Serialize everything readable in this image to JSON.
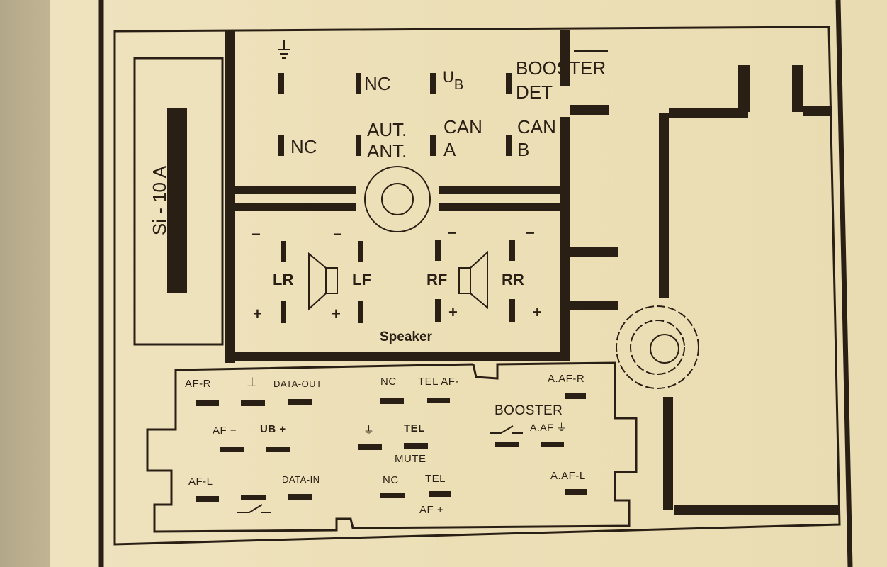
{
  "fuse": {
    "label": "Si - 10 A"
  },
  "top_connector": {
    "row1": [
      {
        "id": "ground",
        "label": "",
        "icon": "ground-symbol-icon"
      },
      {
        "id": "nc1",
        "label": "NC"
      },
      {
        "id": "ub",
        "label": "U",
        "sub": "B"
      },
      {
        "id": "booster",
        "label": "BOOSTER",
        "label2": "DET"
      }
    ],
    "row2": [
      {
        "id": "nc2",
        "label": "NC"
      },
      {
        "id": "aut",
        "label": "AUT.",
        "label2": "ANT."
      },
      {
        "id": "cana",
        "label": "CAN",
        "label2": "A"
      },
      {
        "id": "canb",
        "label": "CAN",
        "label2": "B"
      }
    ]
  },
  "speaker_block": {
    "title": "Speaker",
    "channels": [
      {
        "id": "lr",
        "label": "LR",
        "neg": "−",
        "pos": "+"
      },
      {
        "id": "lf",
        "label": "LF",
        "neg": "−",
        "pos": "+"
      },
      {
        "id": "rf",
        "label": "RF",
        "neg": "−",
        "pos": "+"
      },
      {
        "id": "rr",
        "label": "RR",
        "neg": "−",
        "pos": "+"
      }
    ]
  },
  "bottom_connector": {
    "row1": [
      "AF-R",
      "⊥",
      "DATA-OUT",
      "NC",
      "TEL AF-",
      "A.AF-R"
    ],
    "row2": [
      "AF −",
      "UB +",
      "⏚",
      "TEL",
      "BOOSTER",
      "A.AF ⏚"
    ],
    "mute": "MUTE",
    "row3": [
      "AF-L",
      "DATA-IN",
      "NC",
      "TEL",
      "A.AF-L"
    ],
    "af_plus": "AF +"
  },
  "colors": {
    "ink": "#2a1f14",
    "paper": "#ecdfb6",
    "wall": "#b7ab8c"
  }
}
